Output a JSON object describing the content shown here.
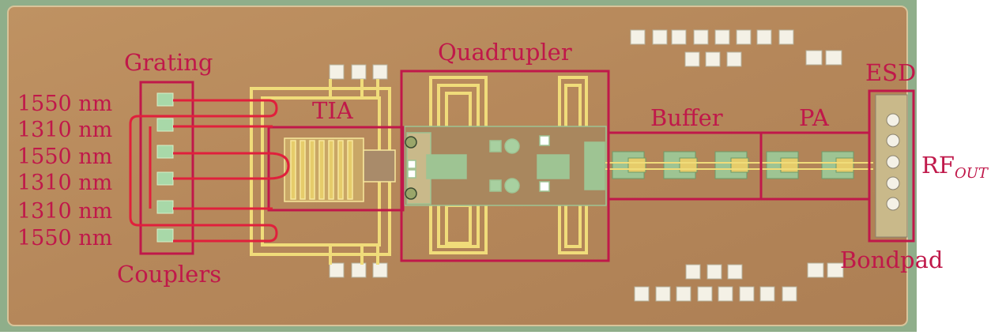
{
  "labels": {
    "grating_line1": "Grating",
    "grating_line2": "Couplers",
    "tia": "TIA",
    "quadrupler": "Quadrupler",
    "buffer": "Buffer",
    "pa": "PA",
    "esd": "ESD",
    "rf_out_main": "RF",
    "rf_out_sub": "OUT",
    "bondpad": "Bondpad"
  },
  "wavelengths": [
    "1550 nm",
    "1310 nm",
    "1550 nm",
    "1310 nm",
    "1310 nm",
    "1550 nm"
  ],
  "colors": {
    "annotation": "#c0184a",
    "die_substrate": "#b8895c",
    "die_border": "#8fae8a",
    "metal_trace": "#f0dc7a",
    "bond_pad": "#f4f1e6"
  }
}
